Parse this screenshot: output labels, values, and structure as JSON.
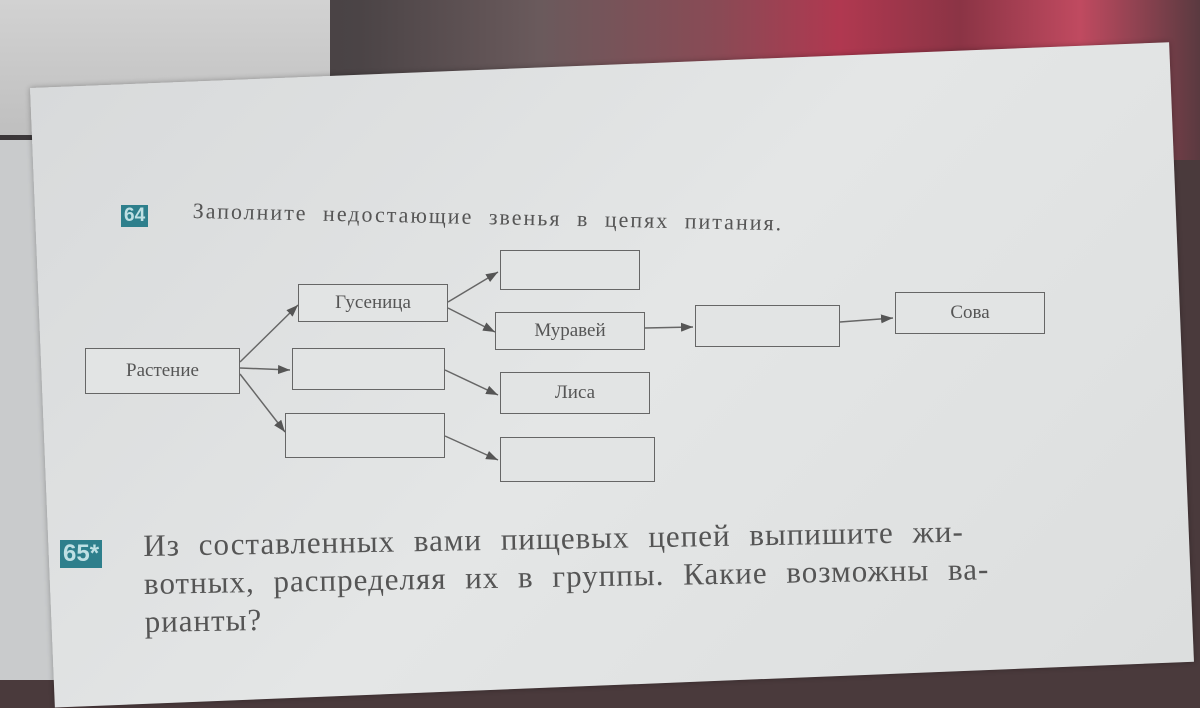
{
  "task64": {
    "number": "64",
    "text": "Заполните недостающие звенья в цепях питания."
  },
  "diagram": {
    "nodes": {
      "plant": "Растение",
      "caterpillar": "Гусеница",
      "ant": "Муравей",
      "fox": "Лиса",
      "owl": "Сова",
      "empty_top": "",
      "empty_after_ant": "",
      "empty_middle": "",
      "empty_lower": "",
      "empty_bottom": ""
    }
  },
  "task65": {
    "number": "65*",
    "line1": "Из составленных вами пищевых цепей выпишите жи-",
    "line2": "вотных, распределяя их в группы. Какие возможны ва-",
    "line3": "рианты?"
  },
  "colors": {
    "badge": "#2e7f8c",
    "text": "#555555"
  }
}
